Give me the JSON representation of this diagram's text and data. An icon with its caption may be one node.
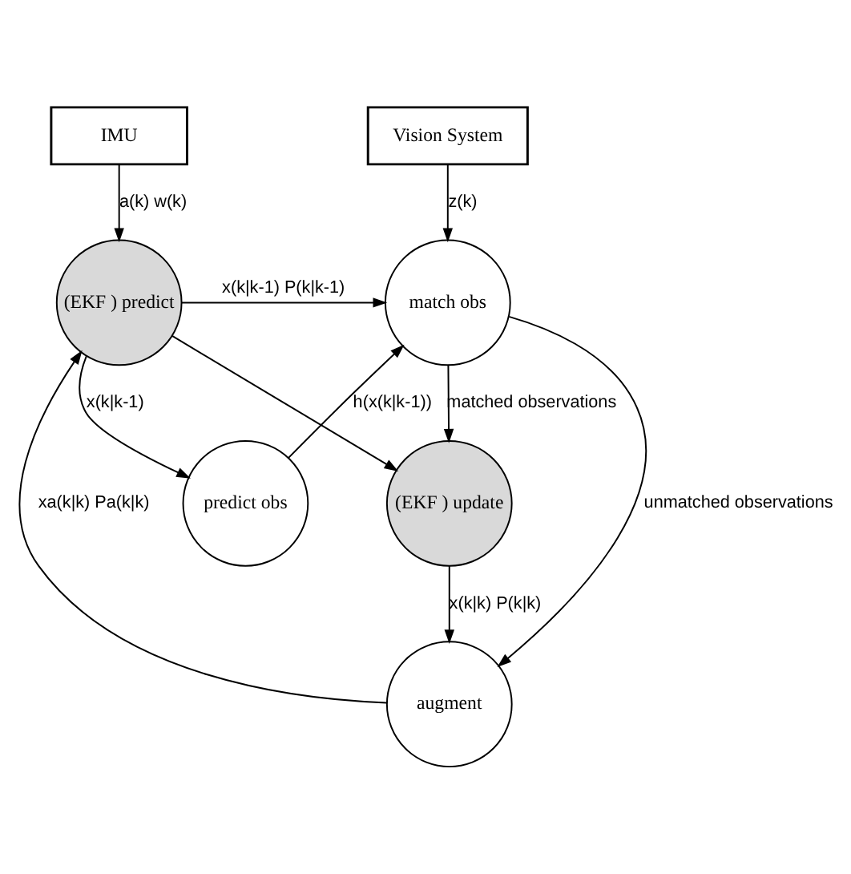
{
  "diagram": {
    "nodes": [
      {
        "text": [
          "IMU"
        ]
      },
      {
        "text": [
          "Vision System"
        ]
      },
      {
        "text": [
          "predict obs"
        ]
      },
      {
        "text": [
          "(EKF ) predict"
        ]
      },
      {
        "text": [
          "match obs"
        ]
      },
      {
        "text": [
          "(EKF ) update"
        ]
      },
      {
        "text": [
          "augment"
        ]
      }
    ],
    "edges": [
      {
        "from": 0,
        "to": 3,
        "arrow": "to",
        "label": "a(k) w(k)"
      },
      {
        "from": 1,
        "to": 4,
        "arrow": "to",
        "label": "z(k)"
      },
      {
        "from": 3,
        "to": 2,
        "arrow": "to",
        "label": "x(k|k-1)"
      },
      {
        "from": 2,
        "to": 4,
        "arrow": "to",
        "label": "h(x(k|k-1))"
      },
      {
        "from": 3,
        "to": 4,
        "arrow": "to",
        "label": "x(k|k-1) P(k|k-1)"
      },
      {
        "from": 3,
        "to": 5,
        "arrow": "to"
      },
      {
        "from": 4,
        "to": 5,
        "arrow": "to",
        "label": "matched observations"
      },
      {
        "from": 4,
        "to": 6,
        "arrow": "to",
        "label": "unmatched observations"
      },
      {
        "from": 5,
        "to": 6,
        "arrow": "to",
        "label": "x(k|k) P(k|k)"
      },
      {
        "from": 6,
        "to": 3,
        "arrow": "to",
        "label": "xa(k|k) Pa(k|k)"
      }
    ]
  }
}
